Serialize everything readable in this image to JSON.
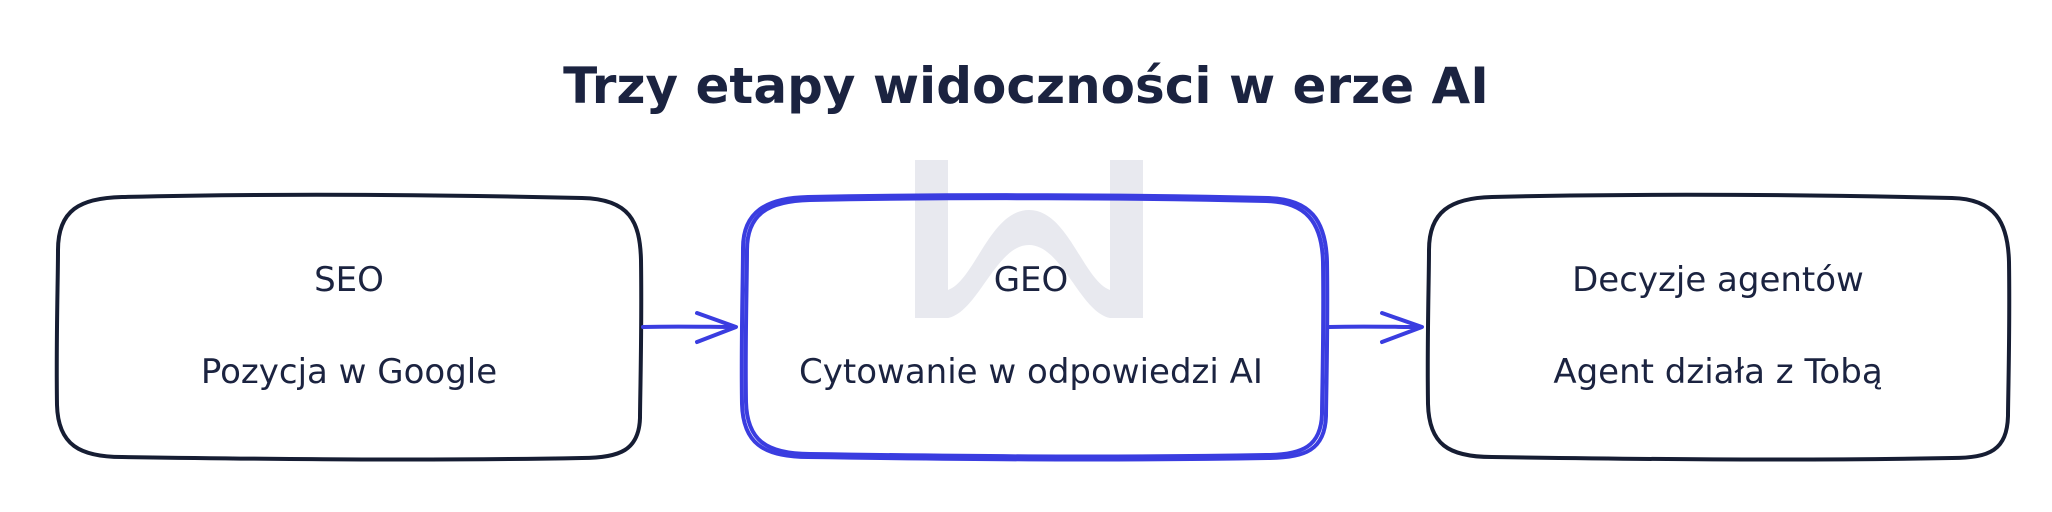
{
  "title": "Trzy etapy widoczności w erze AI",
  "colors": {
    "dark_stroke": "#161d33",
    "accent_blue": "#3a3de0",
    "text": "#1b2340",
    "watermark": "#e8e9ef"
  },
  "stages": [
    {
      "name": "SEO",
      "description": "Pozycja w Google",
      "highlighted": false
    },
    {
      "name": "GEO",
      "description": "Cytowanie w odpowiedzi AI",
      "highlighted": true
    },
    {
      "name": "Decyzje agentów",
      "description": "Agent działa z Tobą",
      "highlighted": false
    }
  ],
  "watermark_icon": "logo-watermark-icon"
}
